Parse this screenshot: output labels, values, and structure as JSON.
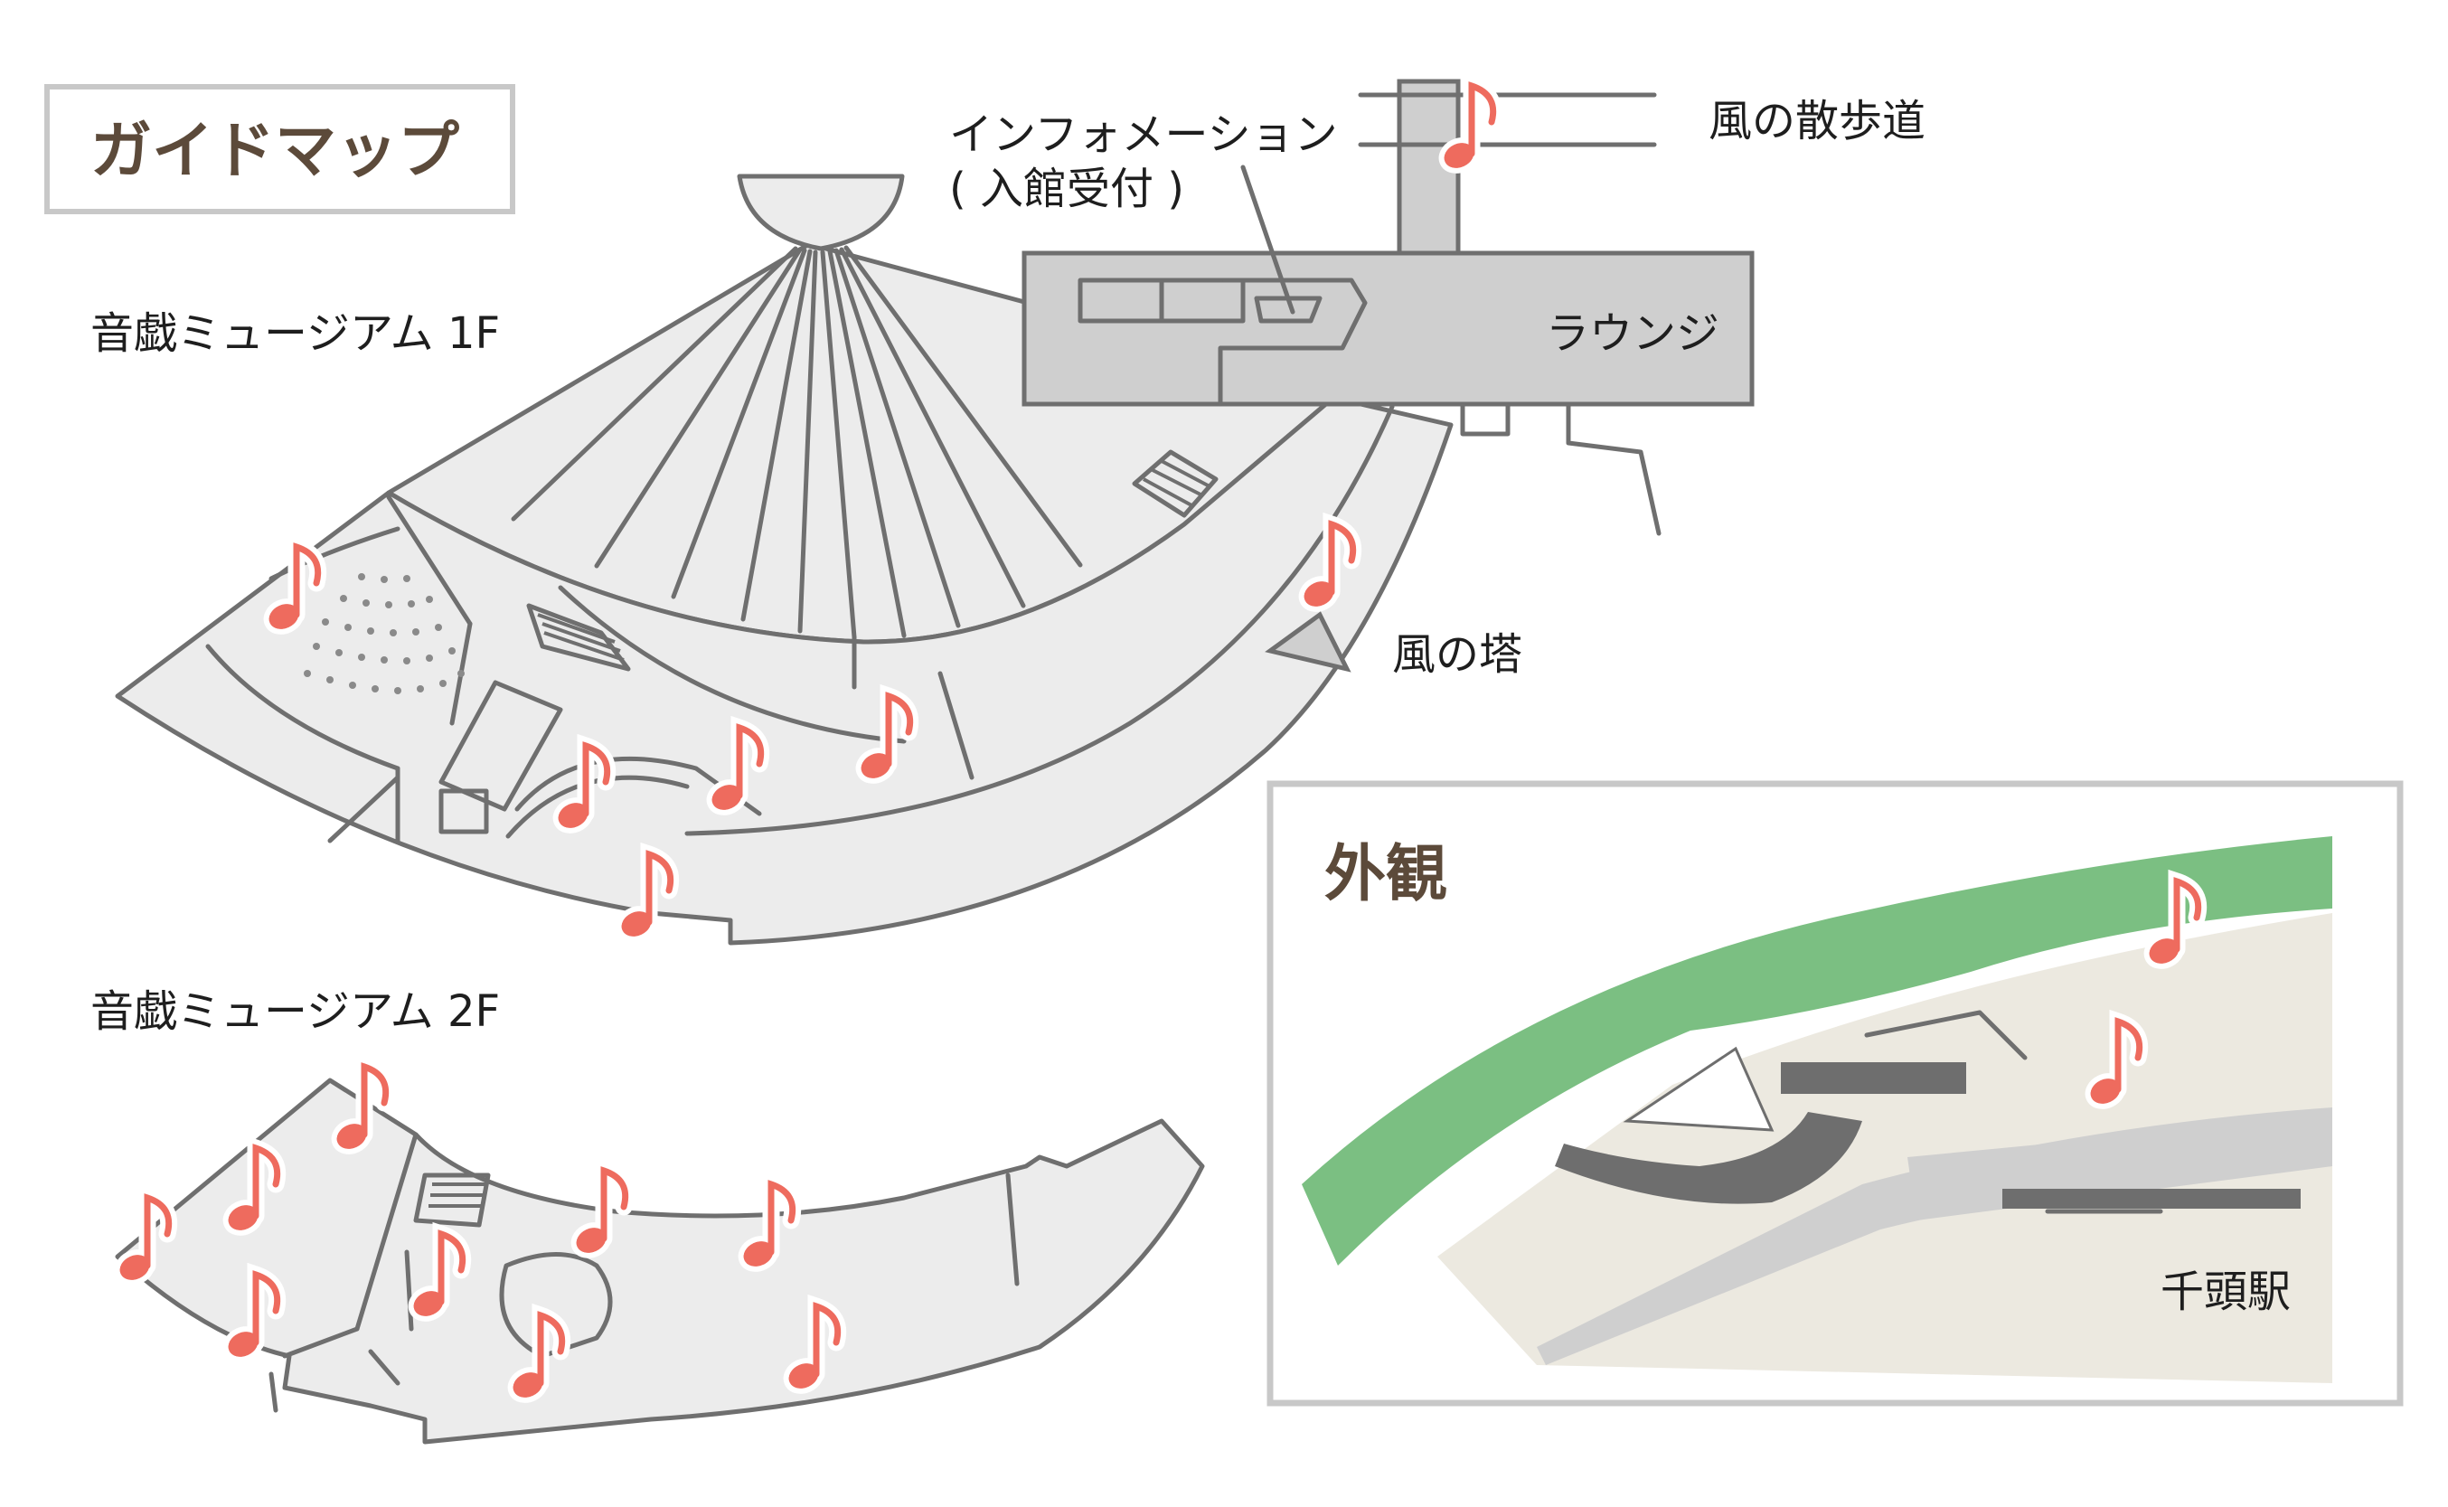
{
  "title": "ガイドマップ",
  "floors": {
    "f1": "音戯ミュージアム 1F",
    "f2": "音戯ミュージアム 2F"
  },
  "places": {
    "information_line1": "インフォメーション",
    "information_line2": "( 入館受付 )",
    "lounge": "ラウンジ",
    "wind_path": "風の散歩道",
    "wind_tower": "風の塔"
  },
  "exterior": {
    "title": "外観",
    "station": "千頭駅"
  },
  "icons": {
    "sound_spot": "music-note-icon"
  },
  "colors": {
    "note": "#ee6b5e",
    "floor": "#ececec",
    "wall": "#6f6f6f",
    "title_text": "#5c4a3a",
    "river_green": "#7bbf82",
    "frame_gray": "#c8c8c8"
  }
}
